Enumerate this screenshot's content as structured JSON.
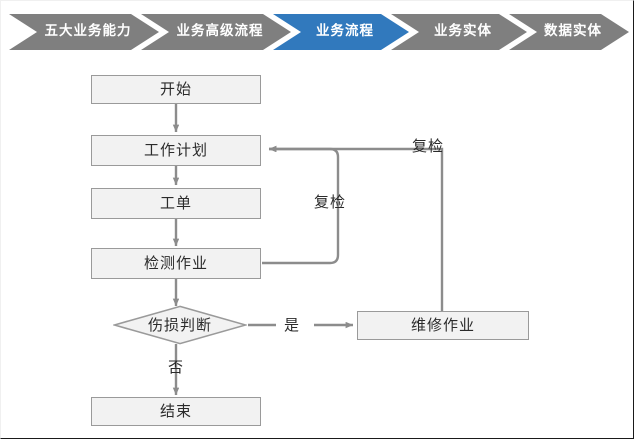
{
  "colors": {
    "chevron_inactive": "#7f7f7f",
    "chevron_active": "#3179bd",
    "chevron_text": "#ffffff",
    "node_fill": "#f2f2f2",
    "node_border": "#9a9a9a",
    "connector": "#8c8c8c",
    "text": "#2b2b2b",
    "page_background": "#ffffff"
  },
  "breadcrumb": {
    "items": [
      {
        "label": "五大业务能力",
        "active": false
      },
      {
        "label": "业务高级流程",
        "active": false
      },
      {
        "label": "业务流程",
        "active": true
      },
      {
        "label": "业务实体",
        "active": false
      },
      {
        "label": "数据实体",
        "active": false
      }
    ]
  },
  "flowchart": {
    "title": "业务流程",
    "nodes": [
      {
        "id": "start",
        "label": "开始",
        "shape": "rectangle"
      },
      {
        "id": "workplan",
        "label": "工作计划",
        "shape": "rectangle"
      },
      {
        "id": "workorder",
        "label": "工单",
        "shape": "rectangle"
      },
      {
        "id": "inspection",
        "label": "检测作业",
        "shape": "rectangle"
      },
      {
        "id": "decision",
        "label": "伤损判断",
        "shape": "diamond"
      },
      {
        "id": "repair",
        "label": "维修作业",
        "shape": "rectangle"
      },
      {
        "id": "end",
        "label": "结束",
        "shape": "rectangle"
      }
    ],
    "edge_labels": {
      "recheck_inner": "复检",
      "recheck_outer": "复检",
      "yes": "是",
      "no": "否"
    }
  }
}
